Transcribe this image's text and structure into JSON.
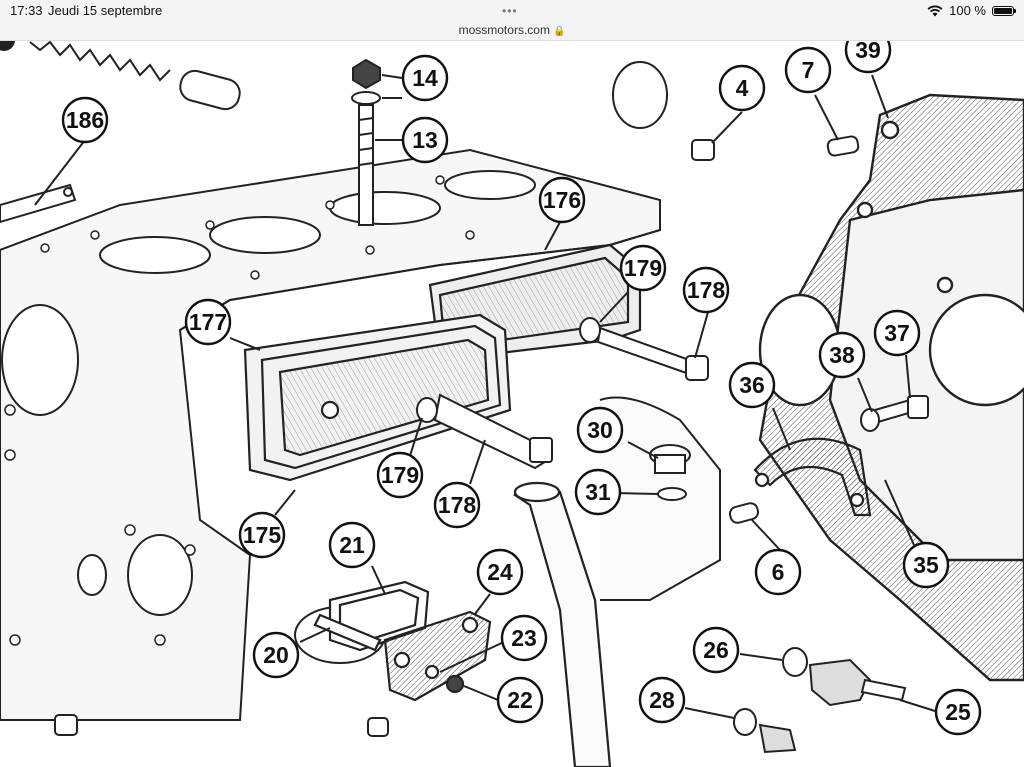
{
  "status_bar": {
    "time": "17:33",
    "date": "Jeudi 15 septembre",
    "battery_percent": "100 %",
    "battery_level": 1.0,
    "wifi_icon": "wifi-icon",
    "battery_icon": "battery-icon"
  },
  "browser": {
    "url": "mossmotors.com",
    "lock_icon": "lock-icon",
    "grabber": "•••"
  },
  "diagram": {
    "callouts": [
      "186",
      "14",
      "13",
      "4",
      "7",
      "39",
      "176",
      "179",
      "178",
      "177",
      "30",
      "36",
      "38",
      "37",
      "179",
      "178",
      "31",
      "175",
      "21",
      "24",
      "6",
      "35",
      "23",
      "20",
      "26",
      "22",
      "25",
      "28"
    ]
  }
}
